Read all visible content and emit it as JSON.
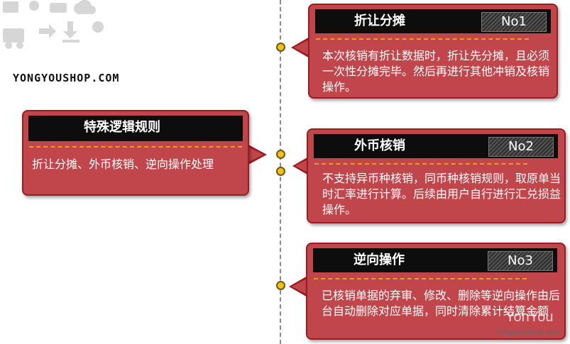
{
  "brand": "YONGYOUSHOP.COM",
  "watermark": {
    "logo": "YonYou",
    "site": "YongyouShop.com"
  },
  "center": {
    "title": "特殊逻辑规则",
    "body": "折让分摊、外币核销、逆向操作处理"
  },
  "rules": [
    {
      "title": "折让分摊",
      "no": "No1",
      "body": "本次核销有折让数据时，折让先分摊，且必须一次性分摊完毕。然后再进行其他冲销及核销操作。"
    },
    {
      "title": "外币核销",
      "no": "No2",
      "body": "不支持异币种核销，同币种核销规则，取原单当时汇率进行计算。后续由用户自行进行汇兑损益操作。"
    },
    {
      "title": "逆向操作",
      "no": "No3",
      "body": "已核销单据的弃审、修改、删除等逆向操作由后台自动删除对应单据，同时清除累计结算金额"
    }
  ],
  "colors": {
    "card": "#c0464b",
    "border": "#9a1d22",
    "header": "#0d0d0d",
    "dot": "#f2c018"
  }
}
